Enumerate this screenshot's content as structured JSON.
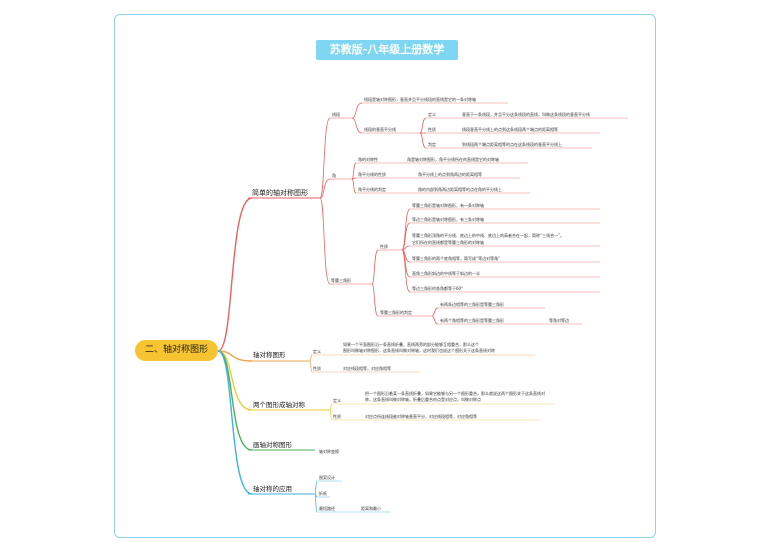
{
  "title": "苏教版-八年级上册数学",
  "root": "二、轴对称图形",
  "b1": {
    "label": "简单的轴对称图形",
    "segment": {
      "label": "线段",
      "items": [
        "线段是轴对称图形，垂直并且平分线段的直线是它的一条对称轴"
      ],
      "bisector": {
        "label": "线段的垂直平分线",
        "rows": [
          {
            "k": "定义",
            "v": "垂直于一条线段，并且平分这条线段的直线，叫做这条线段的垂直平分线"
          },
          {
            "k": "性质",
            "v": "线段垂直平分线上的点到这条线段两个端点的距离相等"
          },
          {
            "k": "判定",
            "v": "到线段两个端点距离相等的点在这条线段的垂直平分线上"
          }
        ]
      }
    },
    "angle": {
      "label": "角",
      "rows": [
        {
          "k": "角的对称性",
          "v": "角是轴对称图形，角平分线所在的直线是它的对称轴"
        },
        {
          "k": "角平分线的性质",
          "v": "角平分线上的点到角两边的距离相等"
        },
        {
          "k": "角平分线的判定",
          "v": "角的内部到角两边距离相等的点在角的平分线上"
        }
      ]
    },
    "iso": {
      "label": "等腰三角形",
      "prop_label": "性质",
      "props": [
        "等腰三角形是轴对称图形，有一条对称轴",
        "等边三角形是轴对称图形，有三条对称轴",
        "等腰三角形顶角的平分线、底边上的中线、底边上的高者合在一起，简称“三线合一”。",
        "它们所在的直线都是等腰三角形的对称轴",
        "等腰三角形的两个底角相等，简写成“等边对等角”",
        "直角三角形斜边的中线等于斜边的一半",
        "等边三角形的各角都等于60°"
      ],
      "judge_label": "等腰三角形的判定",
      "judges": [
        "有两条边相等的三角形是等腰三角形",
        "有两个角相等的三角形是等腰三角形"
      ],
      "judge_note": "等角对等边"
    }
  },
  "b2": {
    "label": "轴对称图形",
    "def_k": "定义",
    "def_v": [
      "如果一个平面图形沿一条直线折叠，直线两旁的部分能够互相重合，那么这个",
      "图形叫做轴对称图形，这条直线叫做对称轴，这时我们也说这个图形关于这条直线对称"
    ],
    "prop_k": "性质",
    "prop_v": "对应线段相等，对应角相等"
  },
  "b3": {
    "label": "两个图形成轴对称",
    "def_k": "定义",
    "def_v": [
      "把一个图形沿着某一条直线折叠，如果它能够与另一个图形重合，那么就说这两个图形关于这条直线对",
      "称，这条直线叫做对称轴，折叠后重合的点是对应点，叫做对称点"
    ],
    "prop_k": "性质",
    "prop_v": "对应点所连线段被对称轴垂直平分，对应线段相等，对应角相等"
  },
  "b4": {
    "label": "画轴对称图形",
    "item": "轴对称变换"
  },
  "b5": {
    "label": "轴对称的应用",
    "items": [
      "图案设计",
      "折纸",
      "最短路径"
    ],
    "sub": "距离和最小"
  },
  "colors": {
    "red": "#e8615e",
    "orange": "#f3a34c",
    "yellow": "#f1c93a",
    "green": "#4cb35a",
    "blue": "#3fb1e3"
  }
}
